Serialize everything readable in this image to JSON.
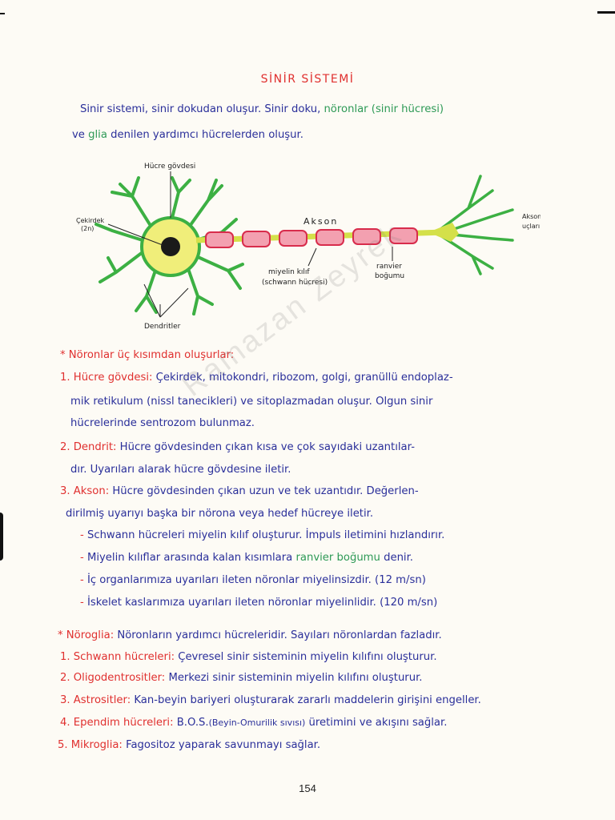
{
  "title": "SİNİR SİSTEMİ",
  "intro": {
    "line1a": "Sinir sistemi, sinir dokudan oluşur. Sinir doku, ",
    "line1b": "nöronlar (sinir hücresi)",
    "line2a": "ve ",
    "line2b": "glia",
    "line2c": " denilen yardımcı hücrelerden oluşur."
  },
  "diagram": {
    "labels": {
      "cell_body": "Hücre gövdesi",
      "nucleus": "Çekirdek",
      "nucleus_2n": "(2n)",
      "axon": "Akson",
      "axon_terminals_1": "Akson",
      "axon_terminals_2": "uçları",
      "myelin_1": "miyelin kılıf",
      "myelin_2": "(schwann hücresi)",
      "ranvier_1": "ranvier",
      "ranvier_2": "boğumu",
      "dendrites": "Dendritler"
    },
    "colors": {
      "dendrite": "#3cb043",
      "sheath": "#d82c4c",
      "axon": "#d4e04a",
      "nucleus": "#1a1a1a",
      "body": "#f0ee7a"
    }
  },
  "neurons": {
    "heading": "* Nöronlar üç kısımdan oluşurlar:",
    "p1": {
      "label": "1. Hücre gövdesi:",
      "l1": " Çekirdek, mitokondri, ribozom, golgi, granüllü endoplaz-",
      "l2": "mik retikulum (nissl tanecikleri) ve sitoplazmadan oluşur. Olgun sinir",
      "l3": "hücrelerinde sentrozom bulunmaz."
    },
    "p2": {
      "label": "2. Dendrit:",
      "l1": " Hücre gövdesinden çıkan kısa ve çok sayıdaki uzantılar-",
      "l2": "dır. Uyarıları alarak hücre gövdesine iletir."
    },
    "p3": {
      "label": "3. Akson:",
      "l1": " Hücre gövdesinden çıkan uzun ve tek uzantıdır. Değerlen-",
      "l2": "dirilmiş uyarıyı başka bir nörona veya hedef hücreye iletir."
    },
    "bullets": {
      "b1": "Schwann hücreleri miyelin kılıf oluşturur. İmpuls iletimini hızlandırır.",
      "b2a": "Miyelin kılıflar arasında kalan kısımlara ",
      "b2b": "ranvier boğumu",
      "b2c": " denir.",
      "b3": "İç organlarımıza uyarıları ileten nöronlar miyelinsizdir. (12 m/sn)",
      "b4": "İskelet kaslarımıza uyarıları ileten nöronlar miyelinlidir. (120 m/sn)"
    }
  },
  "glia": {
    "h_label": "* Nöroglia:",
    "h_text": " Nöronların yardımcı hücreleridir. Sayıları nöronlardan fazladır.",
    "i1_label": "1. Schwann hücreleri:",
    "i1_text": " Çevresel sinir sisteminin miyelin kılıfını oluşturur.",
    "i2_label": "2. Oligodentrositler:",
    "i2_text": " Merkezi sinir sisteminin miyelin kılıfını oluşturur.",
    "i3_label": "3. Astrositler:",
    "i3_text": " Kan-beyin bariyeri oluşturarak zararlı maddelerin girişini engeller.",
    "i4_label": "4. Ependim hücreleri:",
    "i4_text_a": " B.O.S.",
    "i4_text_b": "(Beyin-Omurilik sıvısı)",
    "i4_text_c": " üretimini ve akışını sağlar.",
    "i5_label": "5. Mikroglia:",
    "i5_text": " Fagositoz yaparak savunmayı sağlar."
  },
  "watermark": "Ramazan Zeyrek",
  "page_number": "154"
}
